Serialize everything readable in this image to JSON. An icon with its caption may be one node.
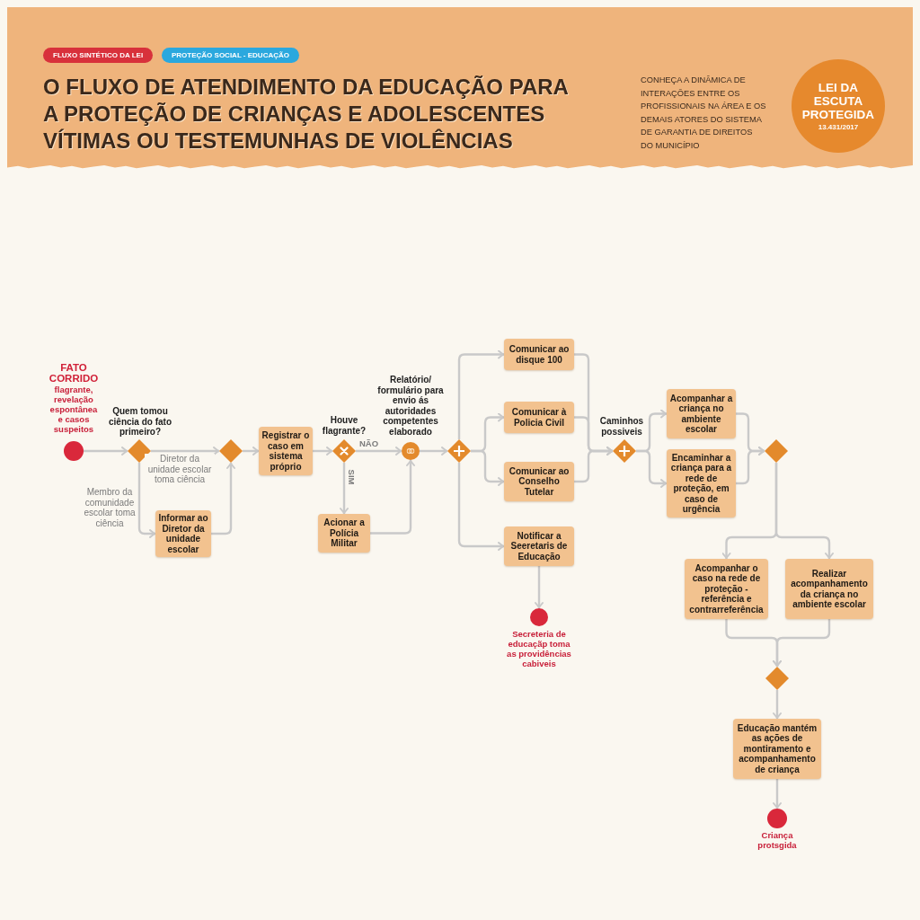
{
  "diagram": {
    "title": "O FLUXO DE ATENDIMENTO DA EDUCAÇÃO PARA A PROTEÇÃO DE CRIANÇAS E ADOLESCENTES VÍTIMAS OU TESTEMUNHAS DE VIOLÊNCIAS",
    "nodes": [
      {
        "text": [
          "FLUXO SINTÉTICO DA LEI"
        ]
      },
      {
        "text": [
          "PROTEÇÃO SOCIAL - EDUCAÇÃO"
        ]
      },
      {
        "text": [
          "LEI DA ESCUTA PROTEGIDA",
          "13.431/2017"
        ]
      },
      {
        "text": [],
        "shape": "circle",
        "beside": [
          "FATO CORRIDO",
          "flagrante, revelação espontânea e casos suspeitos"
        ]
      },
      {
        "text": [],
        "shape": "diamond",
        "beside": [
          "Quem tomou ciência do fato primeiro?"
        ]
      },
      {
        "text": [],
        "shape": "diamond"
      },
      {
        "text": [
          "Informar ao Diretor da unidade escolar"
        ]
      },
      {
        "text": [
          "Registrar o caso em sistema próprio"
        ]
      },
      {
        "text": [],
        "shape": "diamond",
        "beside": [
          "Houve flagrante?"
        ]
      },
      {
        "text": [
          "Acionar a Polícia Militar"
        ]
      },
      {
        "text": [],
        "shape": "circle",
        "beside": [
          "Relatório/ formulário para envio ás autoridades competentes elaborado"
        ]
      },
      {
        "text": [],
        "shape": "diamond"
      },
      {
        "text": [
          "Comunicar ao disque 100"
        ]
      },
      {
        "text": [
          "Comunicar à Policia Civil"
        ]
      },
      {
        "text": [
          "Comunicar ao Conselho Tutelar"
        ]
      },
      {
        "text": [
          "Notificar a Seeretaris de Educação"
        ]
      },
      {
        "text": [],
        "shape": "circle",
        "beside": [
          "Secreteria de educaçãp toma as providências cabiveis"
        ]
      },
      {
        "text": [],
        "shape": "diamond",
        "beside": [
          "Caminhos possiveis"
        ]
      },
      {
        "text": [
          "Acompanhar a criança no ambiente escolar"
        ]
      },
      {
        "text": [
          "Encaminhar a criança para a rede de proteção, em caso de urgência"
        ]
      },
      {
        "text": [],
        "shape": "diamond"
      },
      {
        "text": [
          "Acompanhar o caso na rede de proteção - referência e contrarreferência"
        ]
      },
      {
        "text": [
          "Realizar acompanhamento da criança no ambiente escolar"
        ]
      },
      {
        "text": [],
        "shape": "diamond"
      },
      {
        "text": [
          "Educação mantém as ações de montiramento e acompanhamento de criança"
        ]
      },
      {
        "text": [],
        "shape": "circle",
        "beside": [
          "Criança protsgida"
        ]
      }
    ],
    "edges": [
      {
        "from": 3,
        "to": 4,
        "arrow": "to"
      },
      {
        "from": 4,
        "to": 5,
        "arrow": "to",
        "label": "Diretor da unidade escolar toma ciência"
      },
      {
        "from": 4,
        "to": 6,
        "arrow": "to",
        "label": "Membro da comunidade escolar toma ciência"
      },
      {
        "from": 6,
        "to": 5,
        "arrow": "to"
      },
      {
        "from": 5,
        "to": 7,
        "arrow": "to"
      },
      {
        "from": 7,
        "to": 8,
        "arrow": "to"
      },
      {
        "from": 8,
        "to": 10,
        "arrow": "to",
        "label": "NÃO"
      },
      {
        "from": 8,
        "to": 9,
        "arrow": "to",
        "label": "SIM"
      },
      {
        "from": 9,
        "to": 10,
        "arrow": "to"
      },
      {
        "from": 10,
        "to": 11,
        "arrow": "to"
      },
      {
        "from": 11,
        "to": 12,
        "arrow": "to"
      },
      {
        "from": 11,
        "to": 13,
        "arrow": "to"
      },
      {
        "from": 11,
        "to": 14,
        "arrow": "to"
      },
      {
        "from": 11,
        "to": 15,
        "arrow": "to"
      },
      {
        "from": 12,
        "to": 17,
        "arrow": "to"
      },
      {
        "from": 13,
        "to": 17,
        "arrow": "to"
      },
      {
        "from": 14,
        "to": 17,
        "arrow": "to"
      },
      {
        "from": 15,
        "to": 16,
        "arrow": "to"
      },
      {
        "from": 17,
        "to": 18,
        "arrow": "to"
      },
      {
        "from": 17,
        "to": 19,
        "arrow": "to"
      },
      {
        "from": 18,
        "to": 20,
        "arrow": "to"
      },
      {
        "from": 19,
        "to": 20,
        "arrow": "to"
      },
      {
        "from": 20,
        "to": 21,
        "arrow": "to"
      },
      {
        "from": 20,
        "to": 22,
        "arrow": "to"
      },
      {
        "from": 21,
        "to": 23,
        "arrow": "to"
      },
      {
        "from": 22,
        "to": 23,
        "arrow": "to"
      },
      {
        "from": 23,
        "to": 24,
        "arrow": "to"
      },
      {
        "from": 24,
        "to": 25,
        "arrow": "to"
      }
    ],
    "labels": [
      "CONHEÇA A DINÂMICA DE INTERAÇÕES ENTRE OS PROFISSIONAIS NA ÁREA E OS DEMAIS ATORES DO SISTEMA DE GARANTIA DE DIREITOS DO MUNICÍPIO"
    ]
  }
}
